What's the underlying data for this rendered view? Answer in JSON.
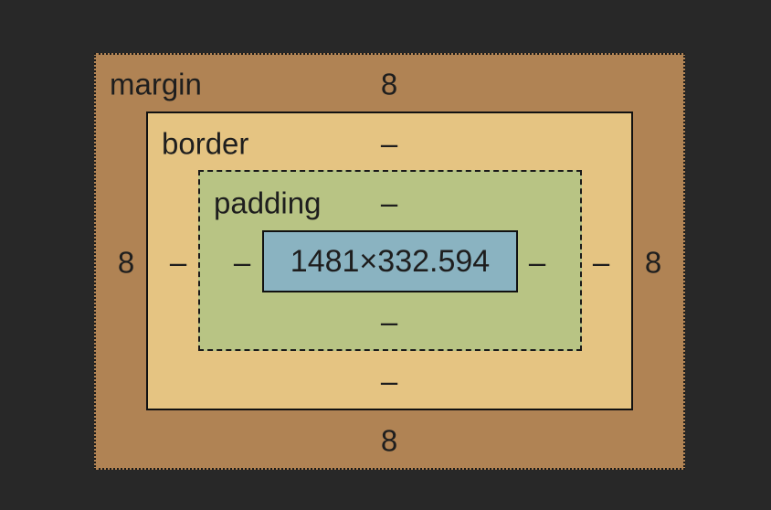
{
  "box_model": {
    "margin": {
      "label": "margin",
      "top": "8",
      "right": "8",
      "bottom": "8",
      "left": "8"
    },
    "border": {
      "label": "border",
      "top": "–",
      "right": "–",
      "bottom": "–",
      "left": "–"
    },
    "padding": {
      "label": "padding",
      "top": "–",
      "right": "–",
      "bottom": "–",
      "left": "–"
    },
    "content": {
      "size": "1481×332.594"
    }
  },
  "colors": {
    "background": "#282828",
    "margin": "#b08354",
    "border": "#e5c482",
    "padding": "#b8c484",
    "content": "#8ab3c1"
  }
}
